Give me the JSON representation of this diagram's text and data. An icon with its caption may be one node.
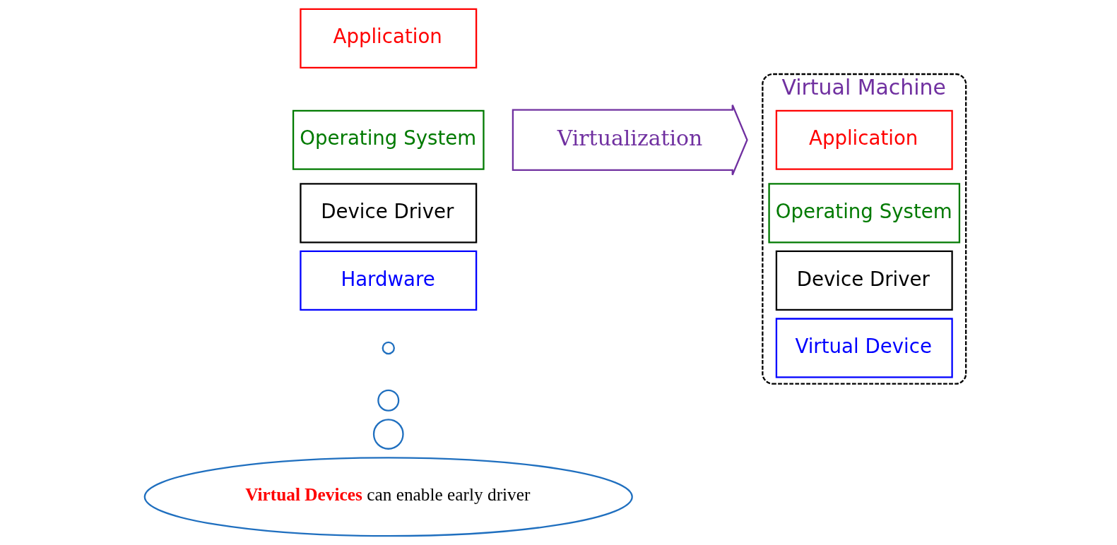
{
  "diagram": {
    "nodes": [
      {
        "text": [
          "Application"
        ]
      },
      {
        "text": [
          "Operating System"
        ]
      },
      {
        "text": [
          "Device Driver"
        ]
      },
      {
        "text": [
          "Hardware"
        ]
      },
      {
        "text": [
          "Virtualization"
        ]
      },
      {
        "text": [
          "Virtual Machine"
        ]
      },
      {
        "text": [
          "Application"
        ],
        "in": 5
      },
      {
        "text": [
          "Operating System"
        ],
        "in": 5
      },
      {
        "text": [
          "Device Driver"
        ],
        "in": 5
      },
      {
        "text": [
          "Virtual Device"
        ],
        "in": 5
      },
      {
        "text": [],
        "shape": "circle"
      },
      {
        "text": [],
        "shape": "circle"
      },
      {
        "text": [],
        "shape": "circle"
      },
      {
        "text": [
          "**Virtual Devices** can enable early driver"
        ]
      }
    ],
    "edges": []
  }
}
